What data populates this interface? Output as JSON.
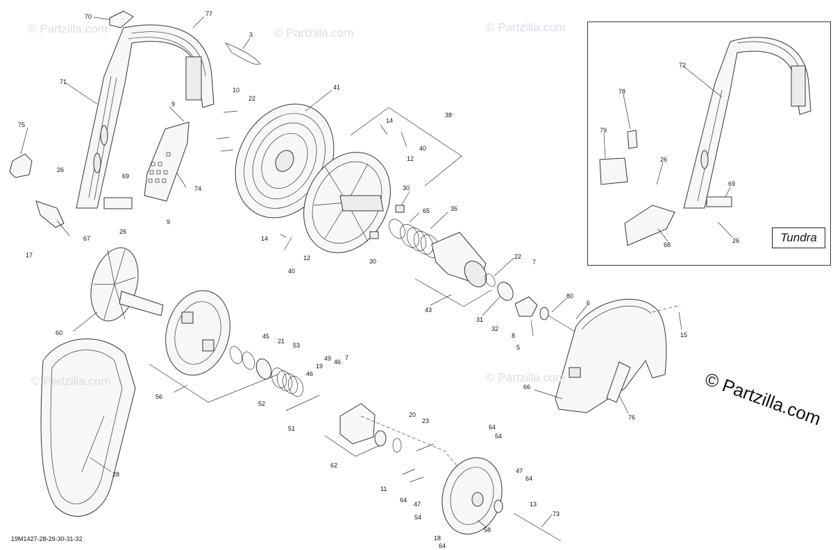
{
  "diagram_code": "19M1427-28-29-30-31-32",
  "inset_label": "Tundra",
  "watermark": "© Partzilla.com",
  "copyright_notice": "© Partzilla.com",
  "callouts": {
    "c70": "70",
    "c77": "77",
    "c3": "3",
    "c71": "71",
    "c41": "41",
    "c10": "10",
    "c22a": "22",
    "c9a": "9",
    "c38": "38",
    "c14a": "14",
    "c40a": "40",
    "c12a": "12",
    "c75": "75",
    "c26a": "26",
    "c69a": "69",
    "c74": "74",
    "c30a": "30",
    "c65": "65",
    "c35": "35",
    "c9b": "9",
    "c26b": "26",
    "c67": "67",
    "c17": "17",
    "c14b": "14",
    "c12b": "12",
    "c40b": "40",
    "c30b": "30",
    "c22b": "22",
    "c7a": "7",
    "c60": "60",
    "c43": "43",
    "c31": "31",
    "c32": "32",
    "c80": "80",
    "c6": "6",
    "c8": "8",
    "c5": "5",
    "c15": "15",
    "c45": "45",
    "c21": "21",
    "c53": "53",
    "c49": "49",
    "c46a": "46",
    "c7b": "7",
    "c19": "19",
    "c46b": "46",
    "c56": "56",
    "c52": "52",
    "c66": "66",
    "c76": "76",
    "c51": "51",
    "c20": "20",
    "c23": "23",
    "c64a": "64",
    "c54a": "54",
    "c62": "62",
    "c28": "28",
    "c47a": "47",
    "c64b": "64",
    "c11": "11",
    "c64c": "64",
    "c47b": "47",
    "c13": "13",
    "c54b": "54",
    "c73": "73",
    "c58": "58",
    "c18": "18",
    "c64d": "64",
    "c72": "72",
    "c78": "78",
    "c79": "79",
    "c26c": "26",
    "c69b": "69",
    "c68": "68",
    "c26d": "26"
  }
}
